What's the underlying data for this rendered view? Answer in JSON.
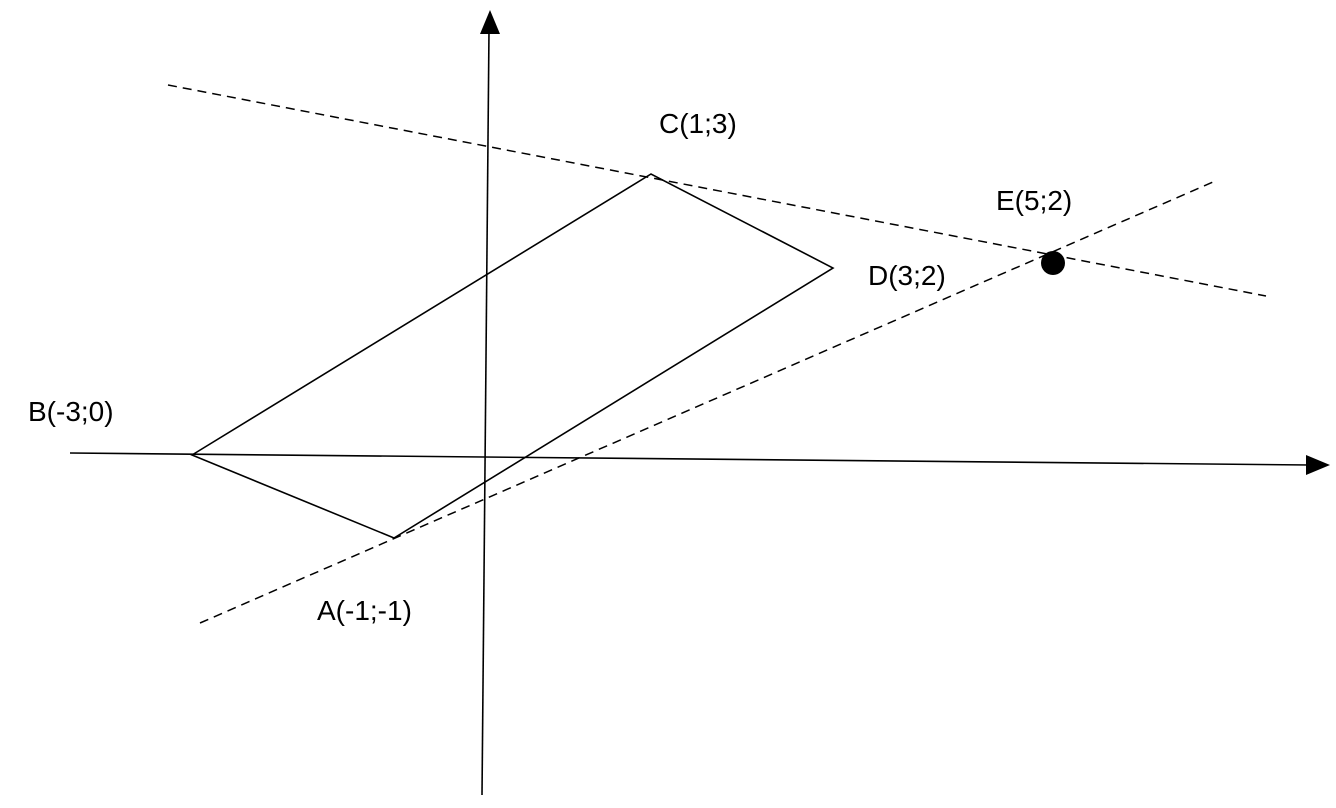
{
  "diagram": {
    "points": {
      "A": {
        "label": "A(-1;-1)"
      },
      "B": {
        "label": "B(-3;0)"
      },
      "C": {
        "label": "C(1;3)"
      },
      "D": {
        "label": "D(3;2)"
      },
      "E": {
        "label": "E(5;2)"
      }
    },
    "colors": {
      "stroke": "#000000",
      "background": "#ffffff"
    }
  }
}
